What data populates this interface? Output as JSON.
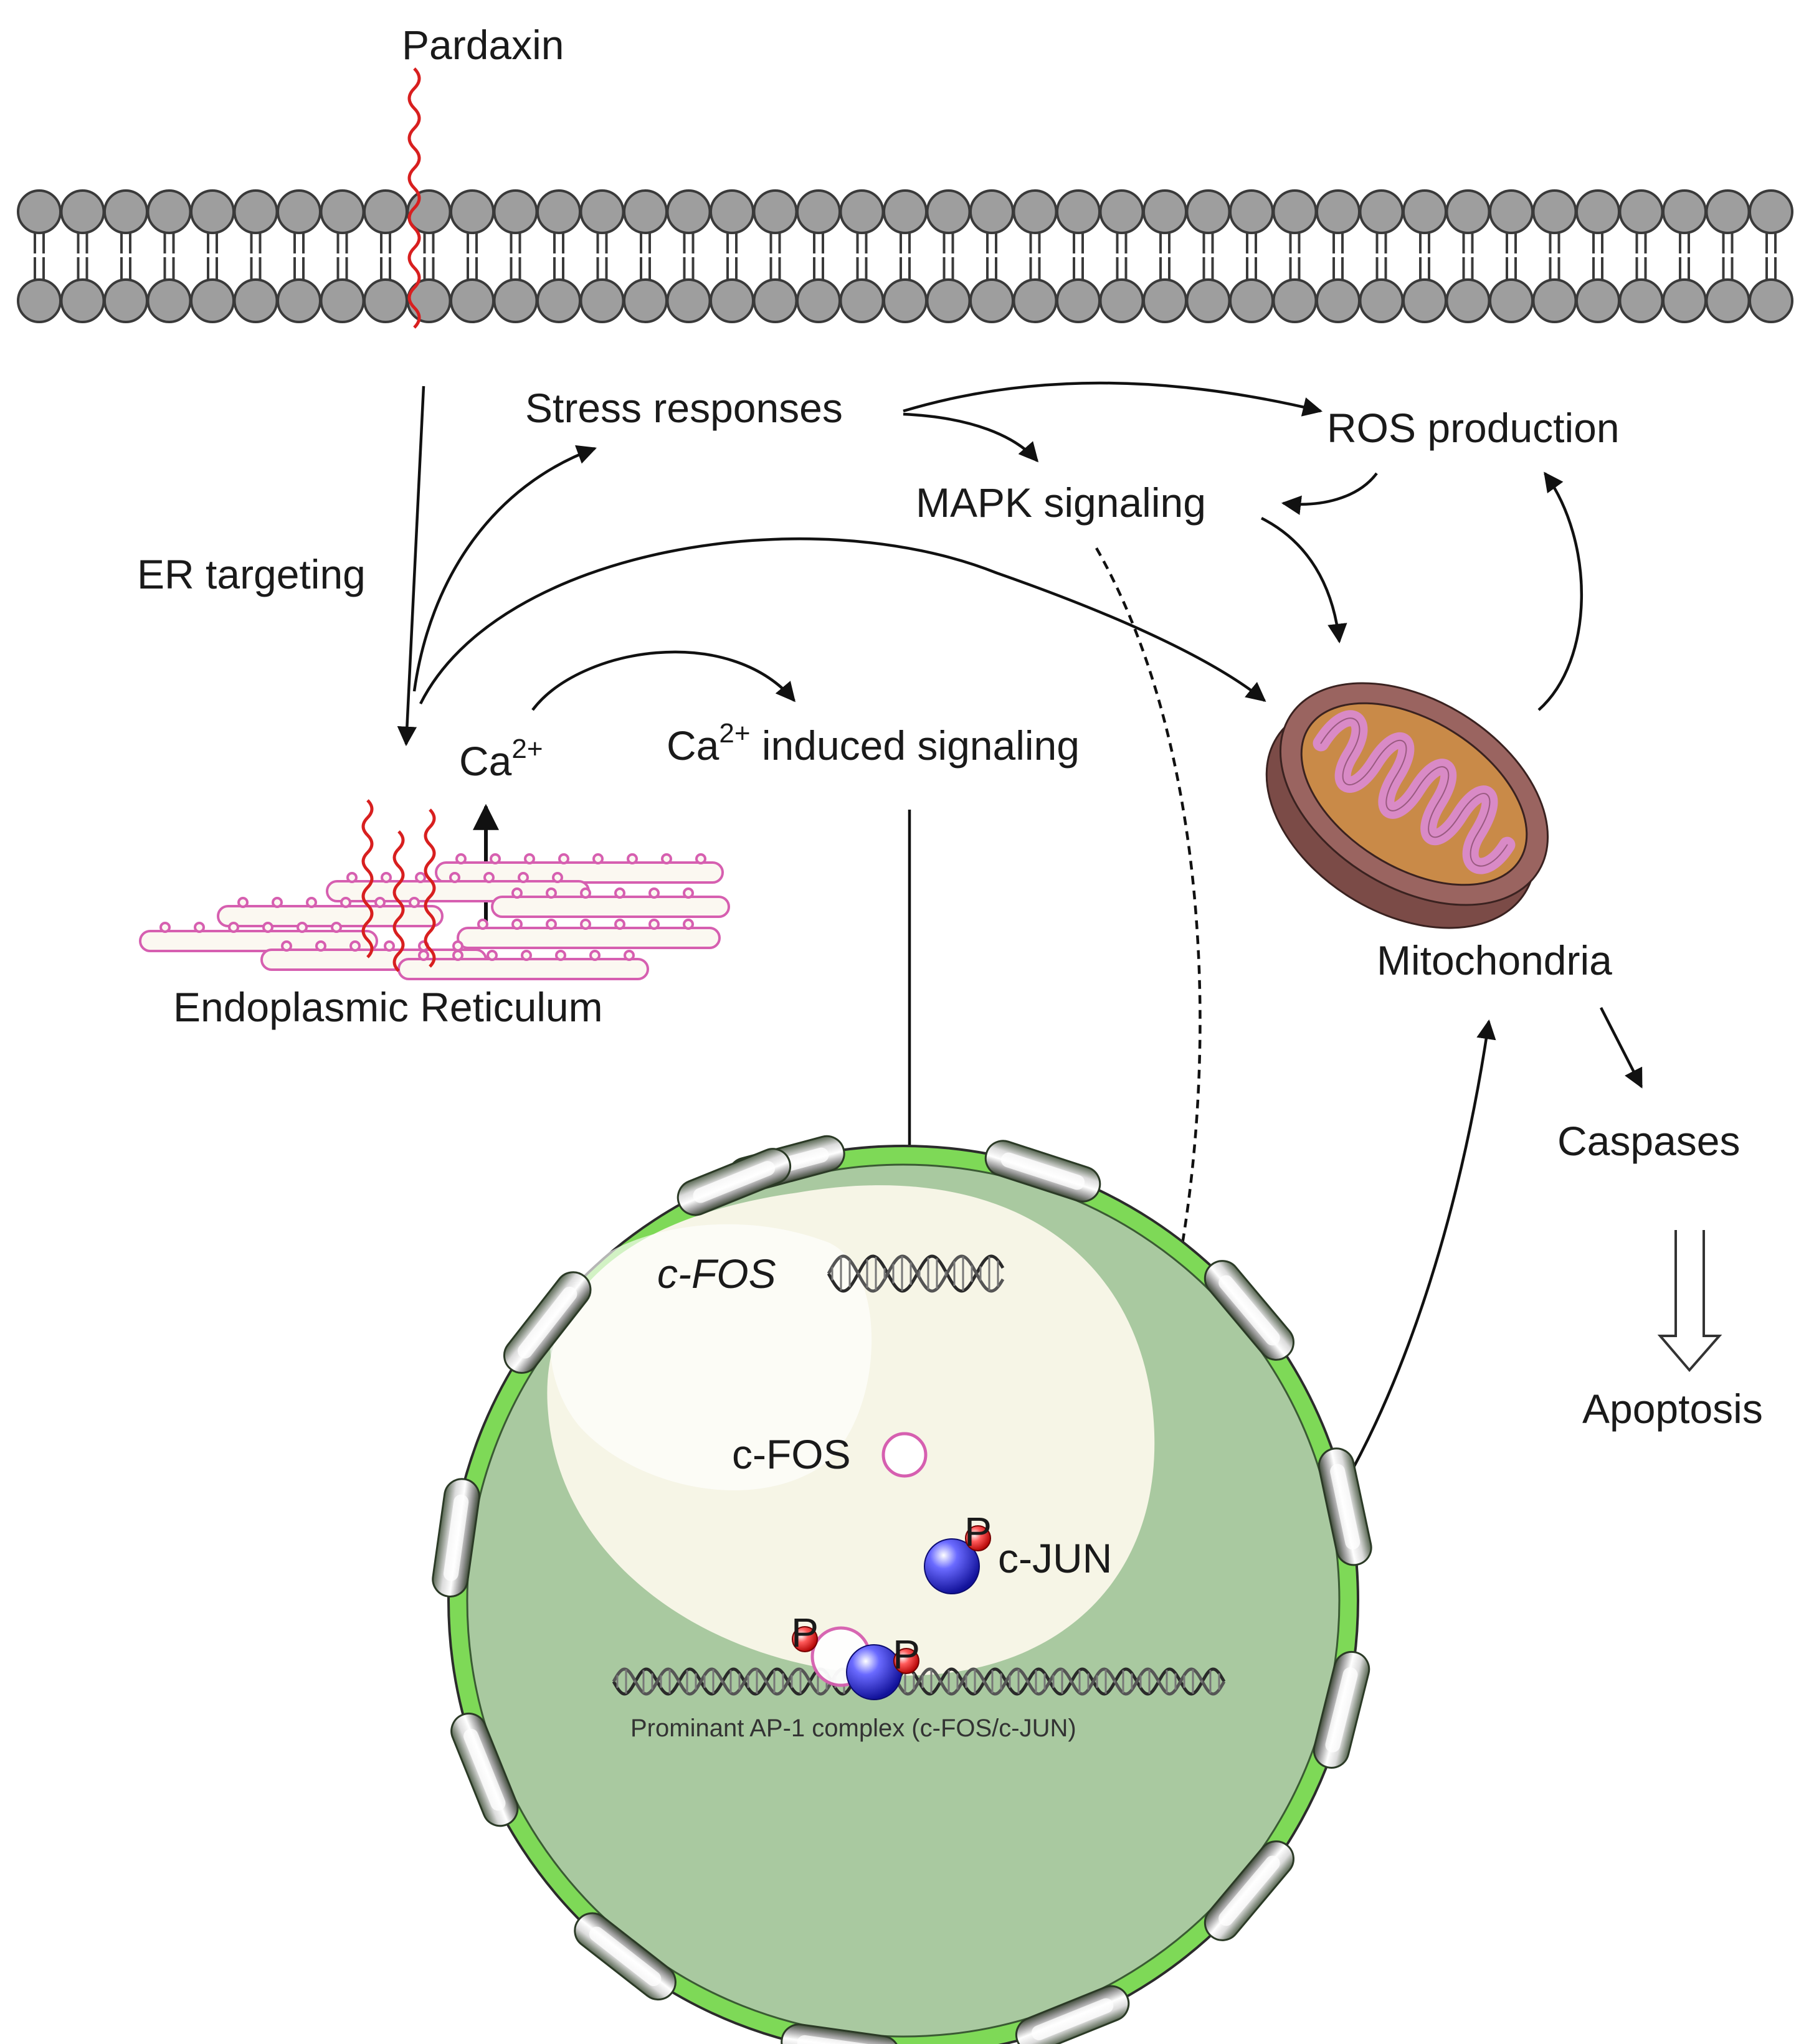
{
  "labels": {
    "pardaxin": "Pardaxin",
    "stress": "Stress responses",
    "ros": "ROS production",
    "mapk": "MAPK signaling",
    "er_targeting": "ER targeting",
    "ca_base": "Ca",
    "ca_sup": "2+",
    "ca_signal_base": "Ca",
    "ca_signal_sup": "2+",
    "ca_signal_rest": " induced signaling",
    "er": "Endoplasmic Reticulum",
    "mito": "Mitochondria",
    "caspases": "Caspases",
    "apoptosis": "Apoptosis",
    "cfos_gene": "c-FOS",
    "cfos_protein": "c-FOS",
    "cjun": "c-JUN",
    "ap1": "Prominant AP-1 complex (c-FOS/c-JUN)",
    "phospho": "P"
  },
  "colors": {
    "membrane_head": "#9e9e9e",
    "membrane_stroke": "#3a3a3a",
    "peptide": "#d81f1f",
    "er_outline": "#d65fb0",
    "mito_outer": "#7b4b47",
    "mito_inner": "#c98a48",
    "mito_cristae": "#d98ac6",
    "nucleus_rim": "#7ed957",
    "nucleus_fill": "#a9c9a0",
    "nucleoplasm": "#f6f5e6",
    "cjun": "#2a2ad6",
    "phospho": "#e21b1b"
  }
}
